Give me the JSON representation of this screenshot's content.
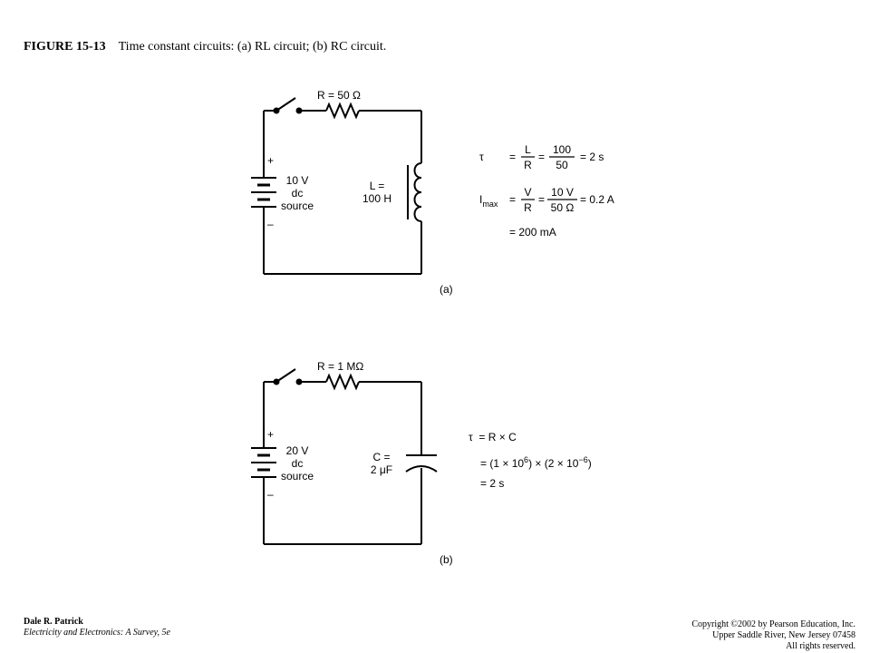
{
  "figure": {
    "number": "FIGURE 15-13",
    "caption": "Time constant circuits: (a) RL circuit; (b) RC circuit."
  },
  "circuit_a": {
    "resistor_label": "R = 50 Ω",
    "plus": "+",
    "minus": "–",
    "source_line1": "10 V",
    "source_line2": "dc",
    "source_line3": "source",
    "inductor_line1": "L =",
    "inductor_line2": "100 H",
    "part_label": "(a)",
    "eq1": {
      "lhs": "τ",
      "eq_sign": "=",
      "frac1_num": "L",
      "frac1_den": "R",
      "eq_sign2": "=",
      "frac2_num": "100",
      "frac2_den": "50",
      "result": "= 2 s"
    },
    "eq2": {
      "lhs_main": "I",
      "lhs_sub": "max",
      "eq_sign": "=",
      "frac1_num": "V",
      "frac1_den": "R",
      "eq_sign2": "=",
      "frac2_num": "10 V",
      "frac2_den": "50 Ω",
      "result": "= 0.2 A"
    },
    "eq3": "= 200 mA"
  },
  "circuit_b": {
    "resistor_label": "R = 1 MΩ",
    "plus": "+",
    "minus": "–",
    "source_line1": "20 V",
    "source_line2": "dc",
    "source_line3": "source",
    "capacitor_line1": "C =",
    "capacitor_line2": "2 μF",
    "part_label": "(b)",
    "eq1": "τ  = R × C",
    "eq2_pre": "= (1 × 10",
    "eq2_exp1": "6",
    "eq2_mid": ") × (2 × 10",
    "eq2_exp2": "−6",
    "eq2_post": ")",
    "eq3": "= 2 s"
  },
  "footer": {
    "author": "Dale R. Patrick",
    "book": "Electricity and Electronics: A Survey, 5e",
    "copyright1": "Copyright ©2002 by Pearson Education, Inc.",
    "copyright2": "Upper Saddle River, New Jersey 07458",
    "copyright3": "All rights reserved."
  }
}
